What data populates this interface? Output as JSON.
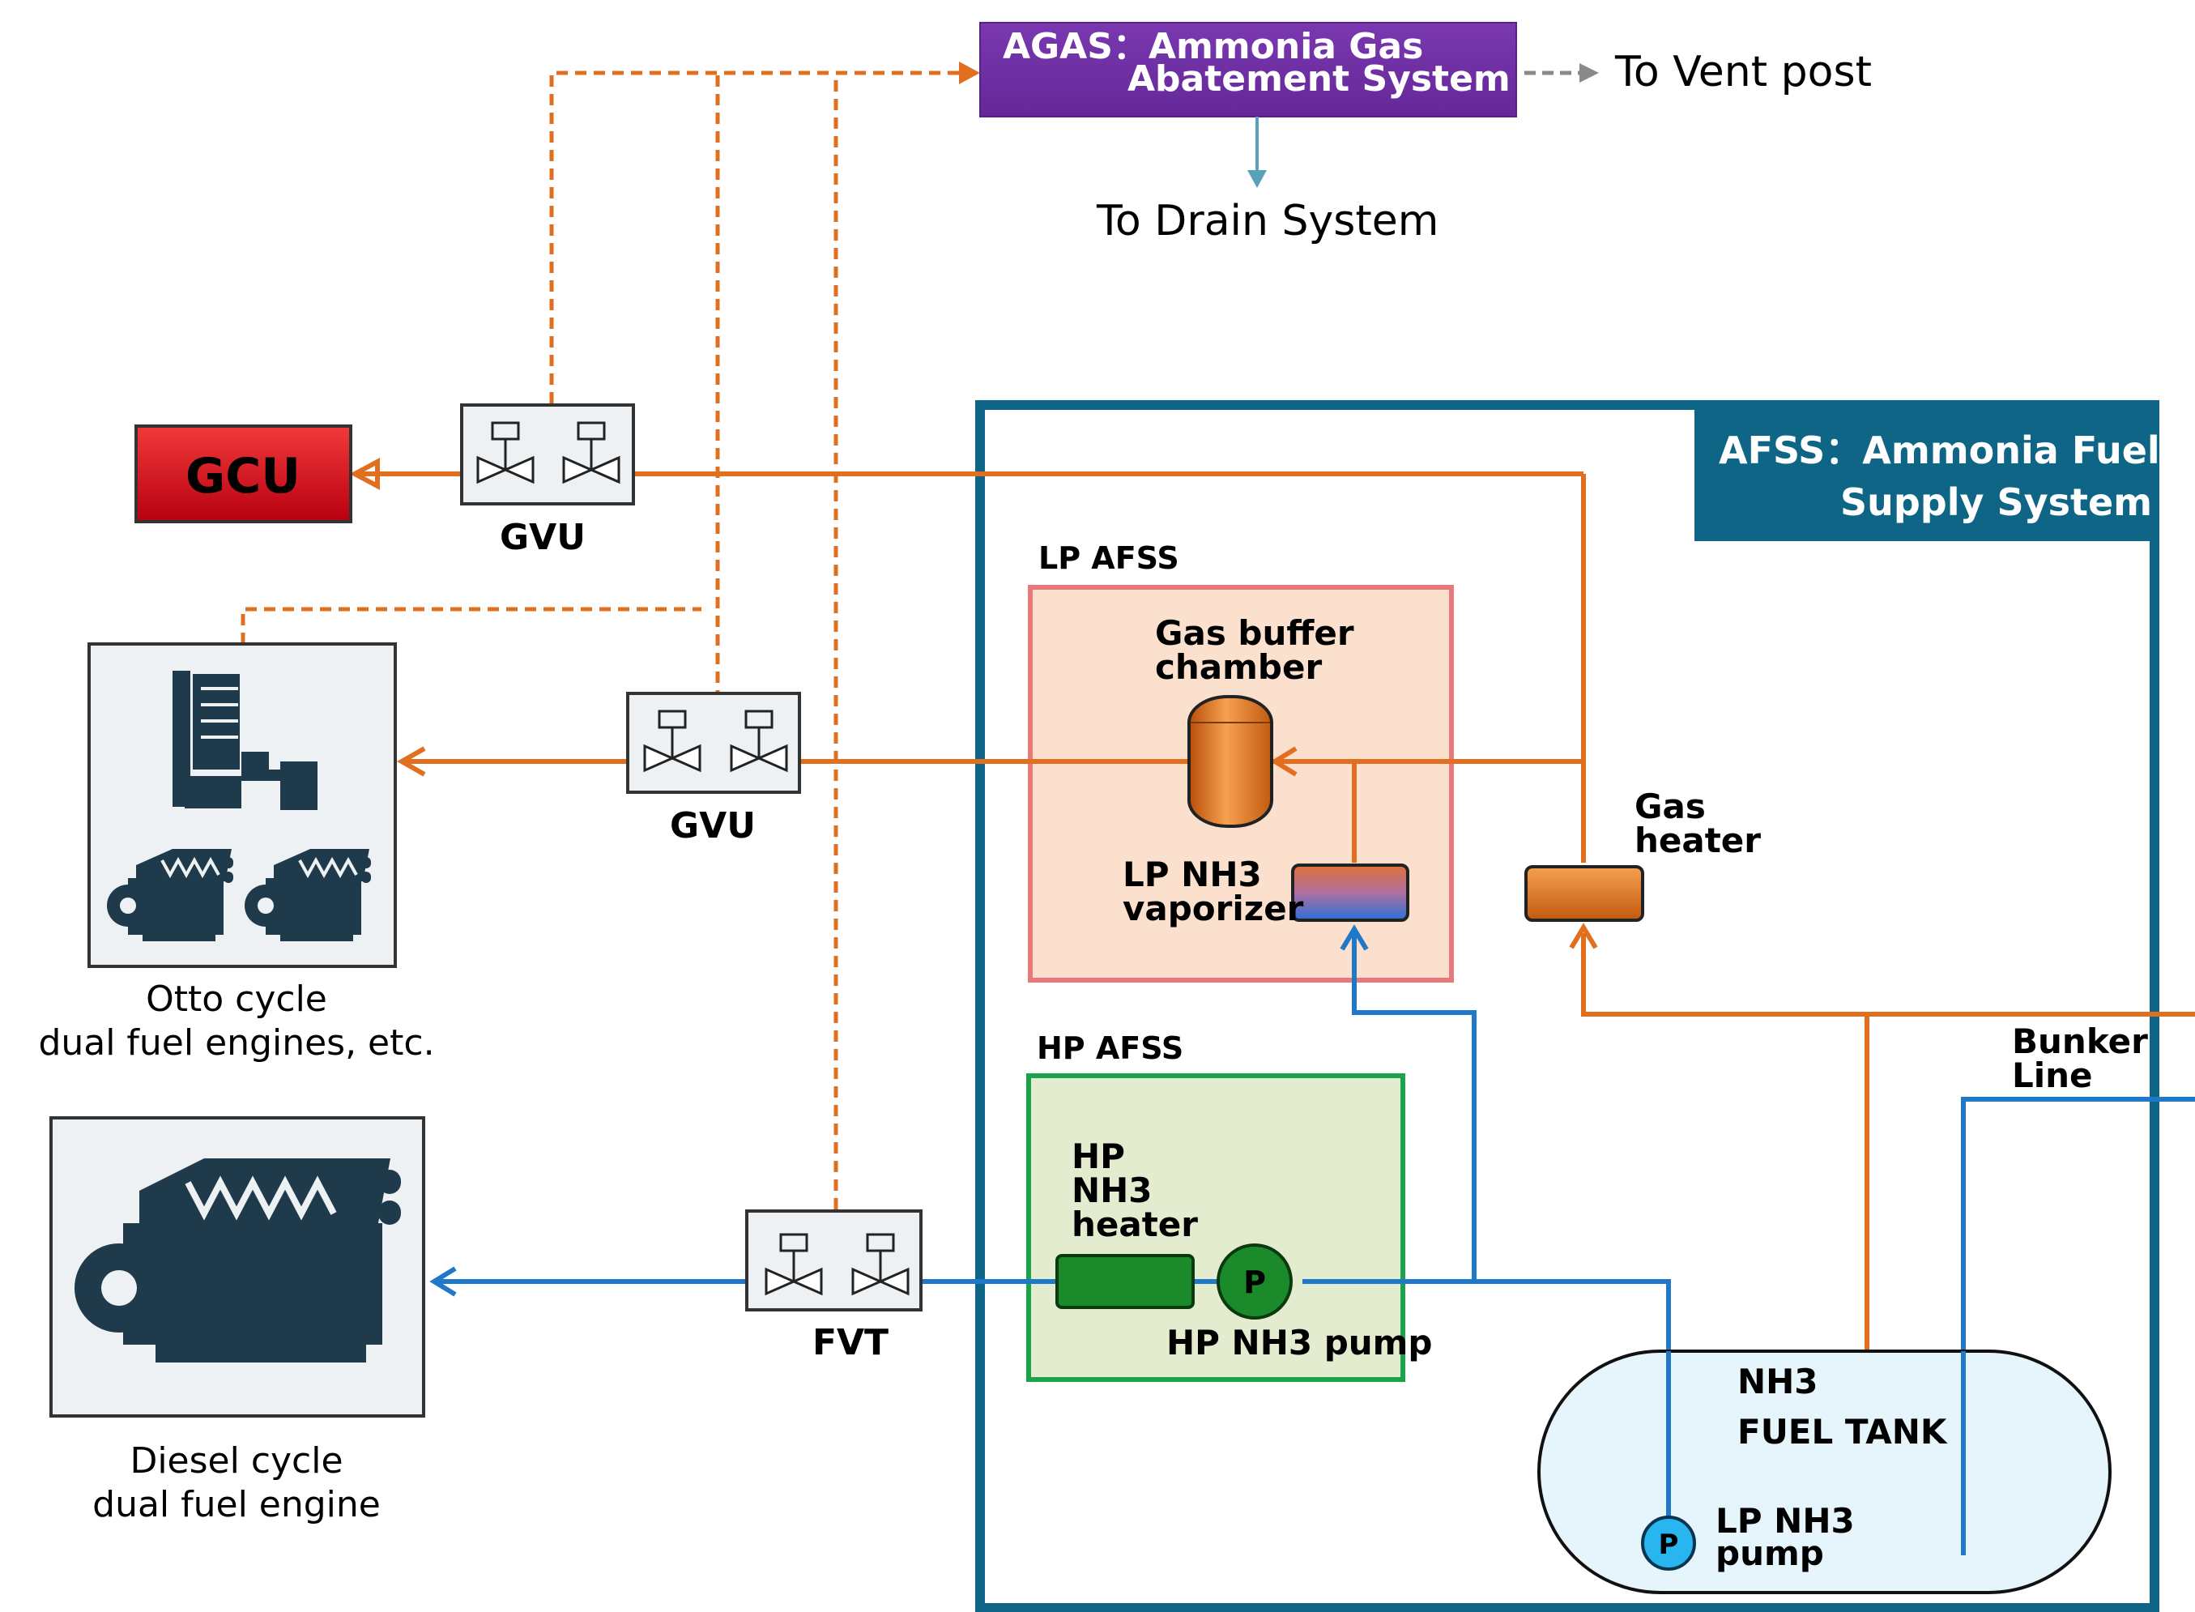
{
  "labels": {
    "agas_line1": "AGAS：Ammonia Gas",
    "agas_line2": "Abatement System",
    "to_vent_post": "To Vent post",
    "to_drain_system": "To Drain System",
    "gcu": "GCU",
    "gvu_top": "GVU",
    "gvu_mid": "GVU",
    "fvt": "FVT",
    "afss_line1": "AFSS：Ammonia Fuel",
    "afss_line2": "Supply System",
    "lp_afss": "LP AFSS",
    "hp_afss": "HP AFSS",
    "gas_buffer_line1": "Gas buffer",
    "gas_buffer_line2": "chamber",
    "lp_vaporizer_line1": "LP NH3",
    "lp_vaporizer_line2": "vaporizer",
    "gas_heater_line1": "Gas",
    "gas_heater_line2": "heater",
    "hp_heater_line1": "HP",
    "hp_heater_line2": "NH3",
    "hp_heater_line3": "heater",
    "hp_pump": "HP NH3 pump",
    "pump_symbol_hp": "P",
    "pump_symbol_lp": "P",
    "bunker_line1": "Bunker",
    "bunker_line2": "Line",
    "tank_line1": "NH3",
    "tank_line2": "FUEL TANK",
    "lp_pump_line1": "LP NH3",
    "lp_pump_line2": "pump",
    "otto_line1": "Otto cycle",
    "otto_line2": "dual fuel engines, etc.",
    "diesel_line1": "Diesel cycle",
    "diesel_line2": "dual fuel engine"
  },
  "colors": {
    "gas_line": "#e07020",
    "liquid_line": "#1f78c8",
    "agas_box": "#7030a0",
    "afss_frame": "#0e6585",
    "gcu_red": "#e0101a",
    "lp_afss_fill": "#fbe0cd",
    "lp_afss_border": "#e8787a",
    "hp_afss_fill": "#e4ecd0",
    "hp_afss_border": "#1aa34a",
    "tank_fill": "#e6f4fc",
    "equipment_dark": "#1f3a4a"
  }
}
